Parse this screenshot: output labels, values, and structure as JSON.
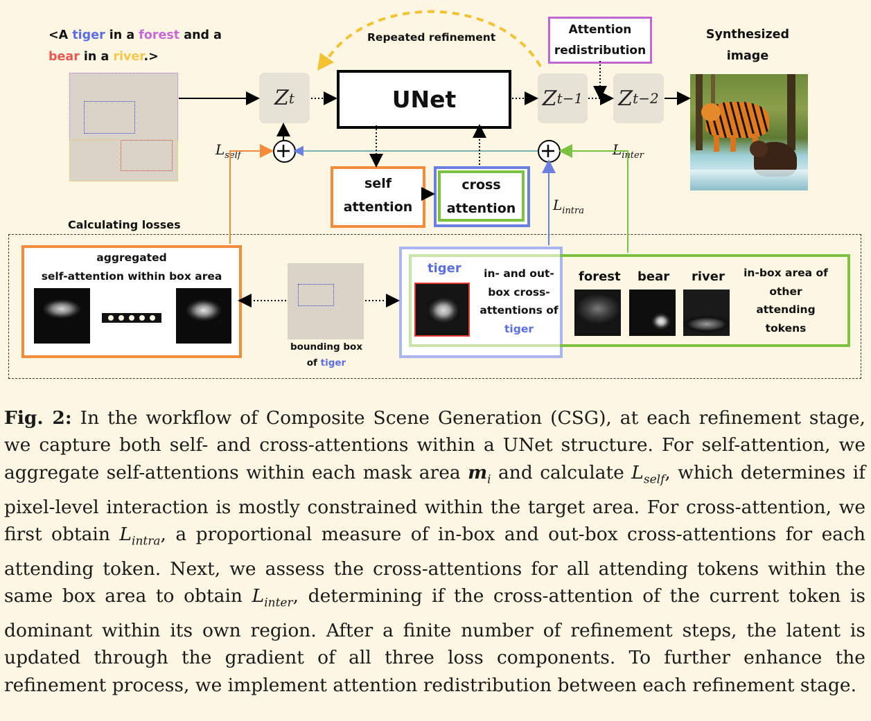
{
  "prompt": {
    "lt": "<A ",
    "w_tiger": "tiger",
    "in_a1": " in a ",
    "w_forest": "forest",
    "and_a": " and a",
    "w_bear": "bear",
    "in_a2": " in a ",
    "w_river": "river",
    "end": ".>"
  },
  "colors": {
    "tiger": "#5b6ee1",
    "forest": "#c66bd6",
    "bear": "#e8574f",
    "river": "#f2c94c",
    "orange": "#f28c3a",
    "green": "#7cc142",
    "blue": "#6b7fe0",
    "purple": "#c266d1",
    "yellow": "#f2c230"
  },
  "labels": {
    "repeated_refinement": "Repeated refinement",
    "attention_redistribution_1": "Attention",
    "attention_redistribution_2": "redistribution",
    "synthesized_1": "Synthesized",
    "synthesized_2": "image",
    "unet": "UNet",
    "self_attention_1": "self",
    "self_attention_2": "attention",
    "cross_attention_1": "cross",
    "cross_attention_2": "attention",
    "calculating_losses": "Calculating losses",
    "aggregated_1": "aggregated",
    "aggregated_2": "self-attention within box area",
    "bbox_1": "bounding box",
    "bbox_2a": "of ",
    "bbox_2b": "tiger",
    "tiger_word": "tiger",
    "inout_1": "in- and out-",
    "inout_2": "box cross-",
    "inout_3": "attentions of",
    "inout_4": "tiger",
    "forest": "forest",
    "bear": "bear",
    "river": "river",
    "inbox_1": "in-box area of",
    "inbox_2": "other",
    "inbox_3": "attending",
    "inbox_4": "tokens"
  },
  "latents": {
    "zt": "Z",
    "zt_sub": "t",
    "zt1": "Z",
    "zt1_sub": "t−1",
    "zt2": "Z",
    "zt2_sub": "t−2"
  },
  "losses": {
    "self": "L",
    "self_sub": "self",
    "intra": "L",
    "intra_sub": "intra",
    "inter": "L",
    "inter_sub": "inter"
  },
  "caption": {
    "fig": "Fig. 2:",
    "p1": " In the workflow of Composite Scene Generation (CSG), at each refinement stage, we capture both self- and cross-attentions within a UNet structure. For self-attention, we aggregate self-attentions within each mask area ",
    "m": "m",
    "m_sub": "i",
    "p2": " and calculate ",
    "ls": "L",
    "ls_sub": "self",
    "p3": ", which determines if pixel-level interaction is mostly constrained within the target area. For cross-attention, we first obtain ",
    "li": "L",
    "li_sub": "intra",
    "p4": ", a proportional measure of in-box and out-box cross-attentions for each attending token. Next, we assess the cross-attentions for all attending tokens within the same box area to obtain ",
    "le": "L",
    "le_sub": "inter",
    "p5": ", determining if the cross-attention of the current token is dominant within its own region. After a finite number of refinement steps, the latent is updated through the gradient of all three loss components. To further enhance the refinement process, we implement attention redistribution between each refinement stage."
  }
}
